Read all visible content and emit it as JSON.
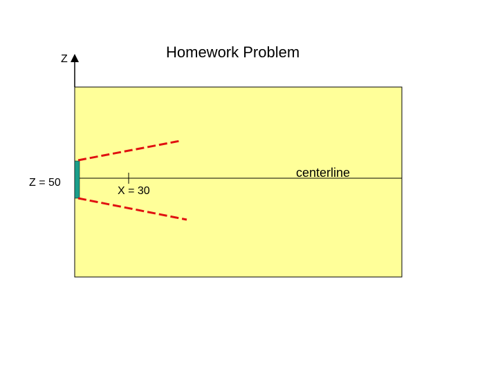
{
  "title": "Homework Problem",
  "z_axis_label": "Z",
  "z_value_label": "Z = 50",
  "x_value_label": "X = 30",
  "centerline_label": "centerline",
  "colors": {
    "domain_fill": "#ffff99",
    "domain_border": "#000000",
    "nozzle_fill": "#1a9e8a",
    "spray_boundary": "#e01010",
    "axis": "#000000"
  }
}
